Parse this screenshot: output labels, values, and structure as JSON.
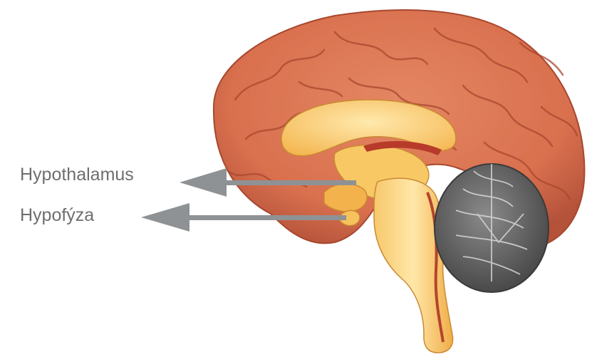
{
  "labels": {
    "hypothalamus": "Hypothalamus",
    "hypofyza": "Hypofýza"
  },
  "colors": {
    "cortex": "#d9704e",
    "cortex_shadow": "#b4523a",
    "inner": "#f6c56a",
    "inner_light": "#ffe19a",
    "cerebellum": "#5a5a5a",
    "arrow": "#8f9294",
    "text": "#6e6e6e"
  },
  "icons": {
    "cerebrum": "brain-cerebrum-illustration",
    "cerebellum": "cerebellum-illustration",
    "brainstem": "brainstem-illustration"
  }
}
